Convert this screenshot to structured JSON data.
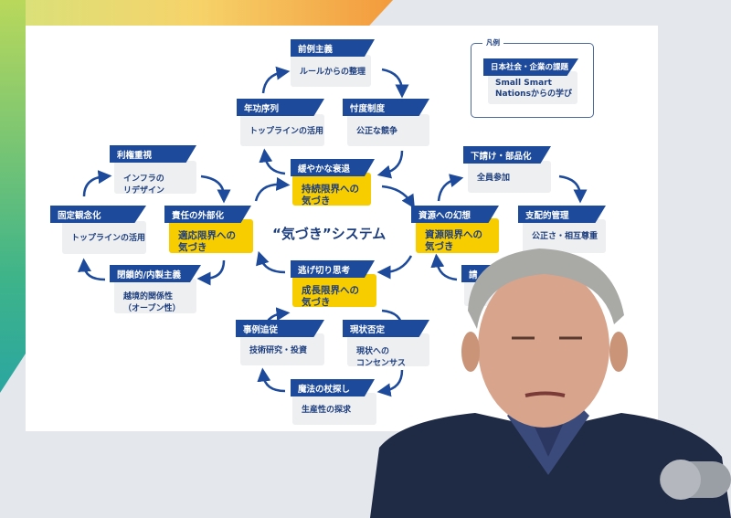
{
  "slide": {
    "title": "“気づき”システム",
    "legend": {
      "label": "凡例",
      "header": "日本社会・企業の課題",
      "body_line1": "Small Smart",
      "body_line2": "Nationsからの学び"
    },
    "nodes": [
      {
        "header": "前例主義",
        "body": [
          "ルールからの整理"
        ],
        "yellow": false
      },
      {
        "header": "年功序列",
        "body": [
          "トップラインの活用"
        ],
        "yellow": false
      },
      {
        "header": "忖度制度",
        "body": [
          "公正な競争"
        ],
        "yellow": false
      },
      {
        "header": "緩やかな衰退",
        "body": [
          "持続限界への",
          "気づき"
        ],
        "yellow": true
      },
      {
        "header": "利権重視",
        "body": [
          "インフラの",
          "リデザイン"
        ],
        "yellow": false
      },
      {
        "header": "固定観念化",
        "body": [
          "トップラインの活用"
        ],
        "yellow": false
      },
      {
        "header": "責任の外部化",
        "body": [
          "適応限界への",
          "気づき"
        ],
        "yellow": true
      },
      {
        "header": "閉鎖的/内製主義",
        "body": [
          "越境的関係性",
          "（オープン性）"
        ],
        "yellow": false
      },
      {
        "header": "逃げ切り思考",
        "body": [
          "成長限界への",
          "気づき"
        ],
        "yellow": true
      },
      {
        "header": "事例追従",
        "body": [
          "技術研究・投資"
        ],
        "yellow": false
      },
      {
        "header": "現状否定",
        "body": [
          "現状への",
          "コンセンサス"
        ],
        "yellow": false
      },
      {
        "header": "魔法の杖探し",
        "body": [
          "生産性の探求"
        ],
        "yellow": false
      },
      {
        "header": "下請け・部品化",
        "body": [
          "全員参加"
        ],
        "yellow": false
      },
      {
        "header": "資源への幻想",
        "body": [
          "資源限界への",
          "気づき"
        ],
        "yellow": true
      },
      {
        "header": "支配的管理",
        "body": [
          "公正さ・相互尊重"
        ],
        "yellow": false
      },
      {
        "header": "請",
        "body": [],
        "yellow": false
      }
    ]
  },
  "colors": {
    "navy": "#1d4a9a",
    "yellow": "#f8cd00",
    "box": "#eeeff1"
  }
}
